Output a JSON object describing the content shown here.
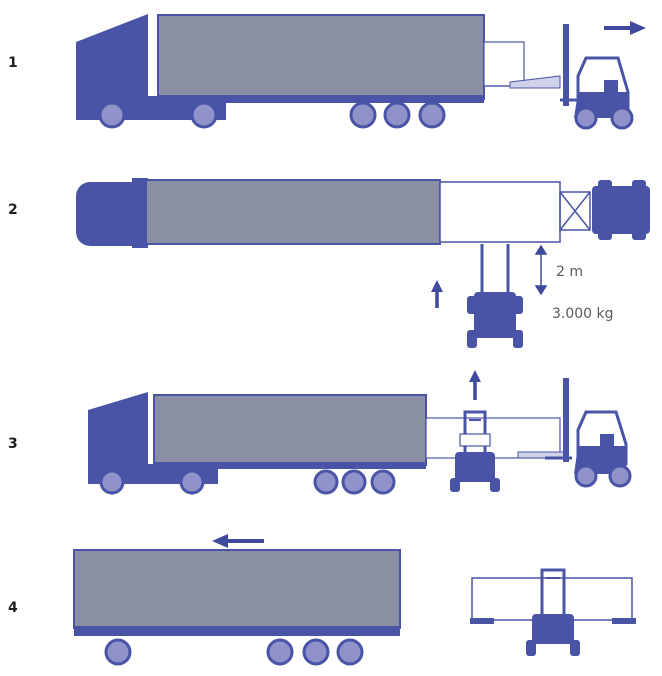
{
  "steps": [
    {
      "number": "1"
    },
    {
      "number": "2"
    },
    {
      "number": "3"
    },
    {
      "number": "4"
    }
  ],
  "annotations": {
    "lift_height": "2 m",
    "lift_capacity": "3.000 kg"
  },
  "colors": {
    "cab": "#4a54a6",
    "container": "#8b8fa3",
    "wheel": "#8f93c9",
    "forklift": "#4a54a6",
    "arrow": "#3f4a9e"
  },
  "icons": [
    "truck-cab",
    "container",
    "forklift",
    "arrow"
  ]
}
